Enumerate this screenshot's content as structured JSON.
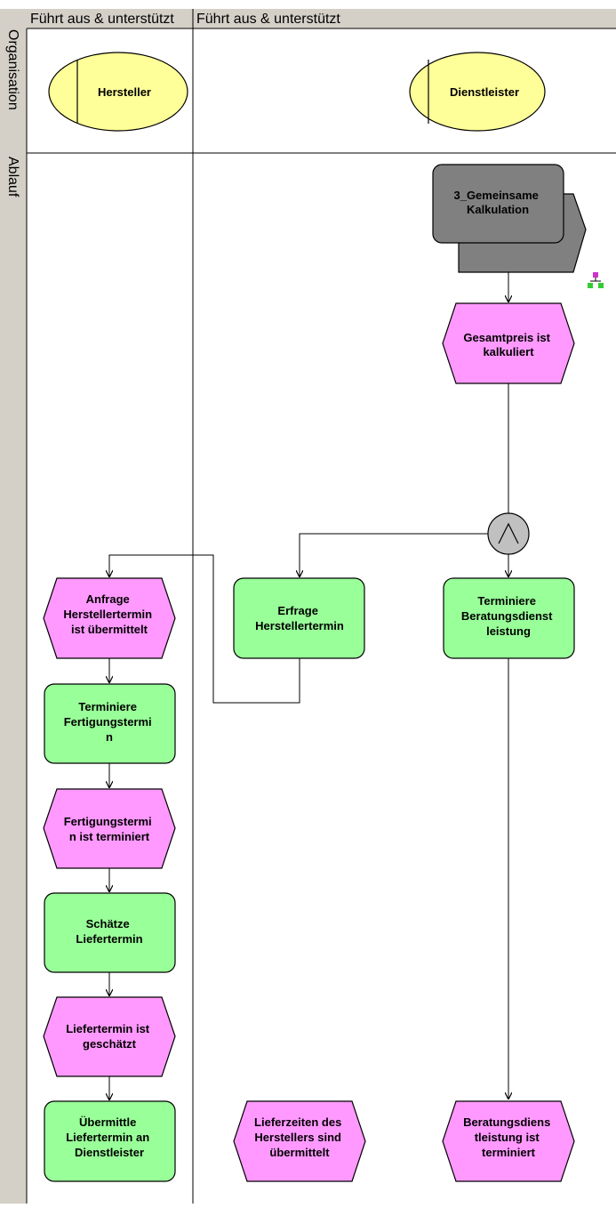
{
  "columns": [
    "Führt aus & unterstützt",
    "Führt aus & unterstützt"
  ],
  "rows": [
    "Organisation",
    "Ablauf"
  ],
  "organisations": [
    {
      "label": "Hersteller"
    },
    {
      "label": "Dienstleister"
    }
  ],
  "process_interface": {
    "lines": [
      "3_Gemeinsame",
      "Kalkulation"
    ]
  },
  "connector": {
    "type": "AND",
    "symbol": "∧"
  },
  "functions": [
    {
      "id": "erfrage",
      "lines": [
        "Erfrage",
        "Herstellertermin"
      ]
    },
    {
      "id": "terminiere_beratung",
      "lines": [
        "Terminiere",
        "Beratungsdienst",
        "leistung"
      ]
    },
    {
      "id": "terminiere_fertigung",
      "lines": [
        "Terminiere",
        "Fertigungstermi",
        "n"
      ]
    },
    {
      "id": "schaetze",
      "lines": [
        "Schätze",
        "Liefertermin"
      ]
    },
    {
      "id": "uebermittle",
      "lines": [
        "Übermittle",
        "Liefertermin an",
        "Dienstleister"
      ]
    }
  ],
  "events": [
    {
      "id": "gesamtpreis",
      "lines": [
        "Gesamtpreis ist",
        "kalkuliert"
      ]
    },
    {
      "id": "anfrage",
      "lines": [
        "Anfrage",
        "Herstellertermin",
        "ist übermittelt"
      ]
    },
    {
      "id": "fertigungstermin",
      "lines": [
        "Fertigungstermi",
        "n ist terminiert"
      ]
    },
    {
      "id": "liefertermin",
      "lines": [
        "Liefertermin ist",
        "geschätzt"
      ]
    },
    {
      "id": "lieferzeiten",
      "lines": [
        "Lieferzeiten des",
        "Herstellers sind",
        "übermittelt"
      ]
    },
    {
      "id": "beratung_terminiert",
      "lines": [
        "Beratungsdiens",
        "tleistung ist",
        "terminiert"
      ]
    }
  ],
  "colors": {
    "header_bg": "#d4d0c8",
    "organisation": "#ffff99",
    "function": "#99ff99",
    "event": "#ff99ff",
    "process_front": "#808080",
    "process_back": "#808080",
    "connector": "#c0c0c0"
  },
  "icons": [
    "hierarchy-icon"
  ]
}
